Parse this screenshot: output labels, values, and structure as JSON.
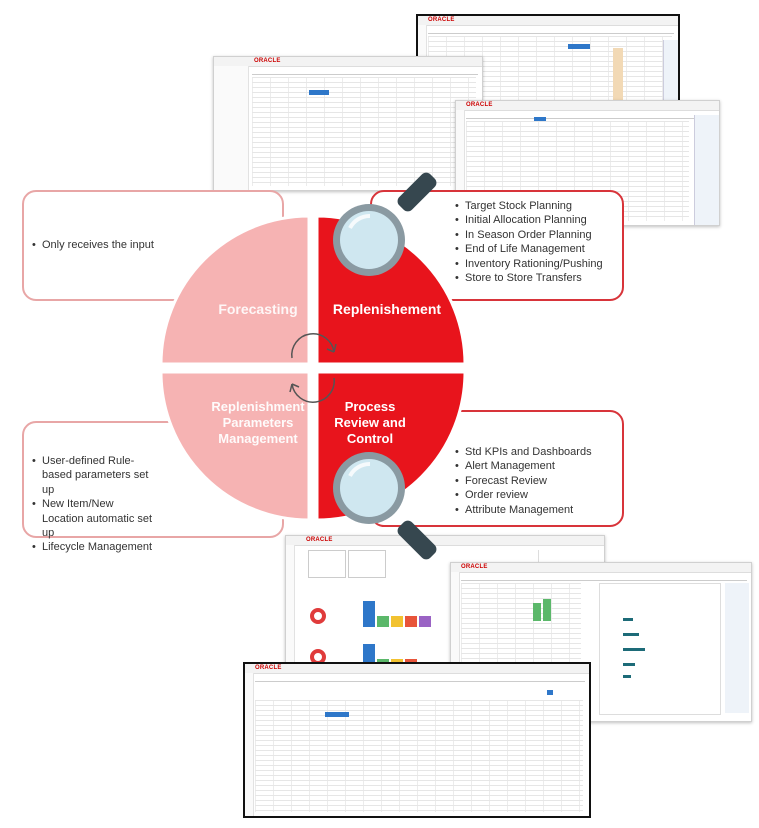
{
  "screens": {
    "vendor_logo": "ORACLE"
  },
  "quadrants": {
    "forecasting": "Forecasting",
    "replenishment": "Replenishement",
    "parameters": "Replenishment Parameters Management",
    "process": "Process Review and Control"
  },
  "forecasting_box": {
    "items": [
      "Only receives the input"
    ]
  },
  "replenishment_box": {
    "items": [
      "Target Stock Planning",
      "Initial Allocation Planning",
      "In Season Order Planning",
      "End of Life Management",
      "Inventory Rationing/Pushing",
      "Store to Store Transfers"
    ]
  },
  "parameters_box": {
    "items": [
      "User-defined Rule-based parameters set up",
      "New Item/New Location automatic set up",
      "Lifecycle Management"
    ]
  },
  "process_box": {
    "items": [
      "Std KPIs and Dashboards",
      "Alert Management",
      "Forecast Review",
      "Order review",
      "Attribute Management"
    ]
  },
  "colors": {
    "light_quadrant": "#f6b3b3",
    "dark_quadrant": "#e8141c",
    "light_border": "#e8a6a6",
    "dark_border": "#d8343a",
    "lens_handle": "#36474f",
    "lens_glass": "#cfe7f0"
  },
  "icons": [
    "magnifier-icon",
    "cycle-arrows-icon"
  ]
}
